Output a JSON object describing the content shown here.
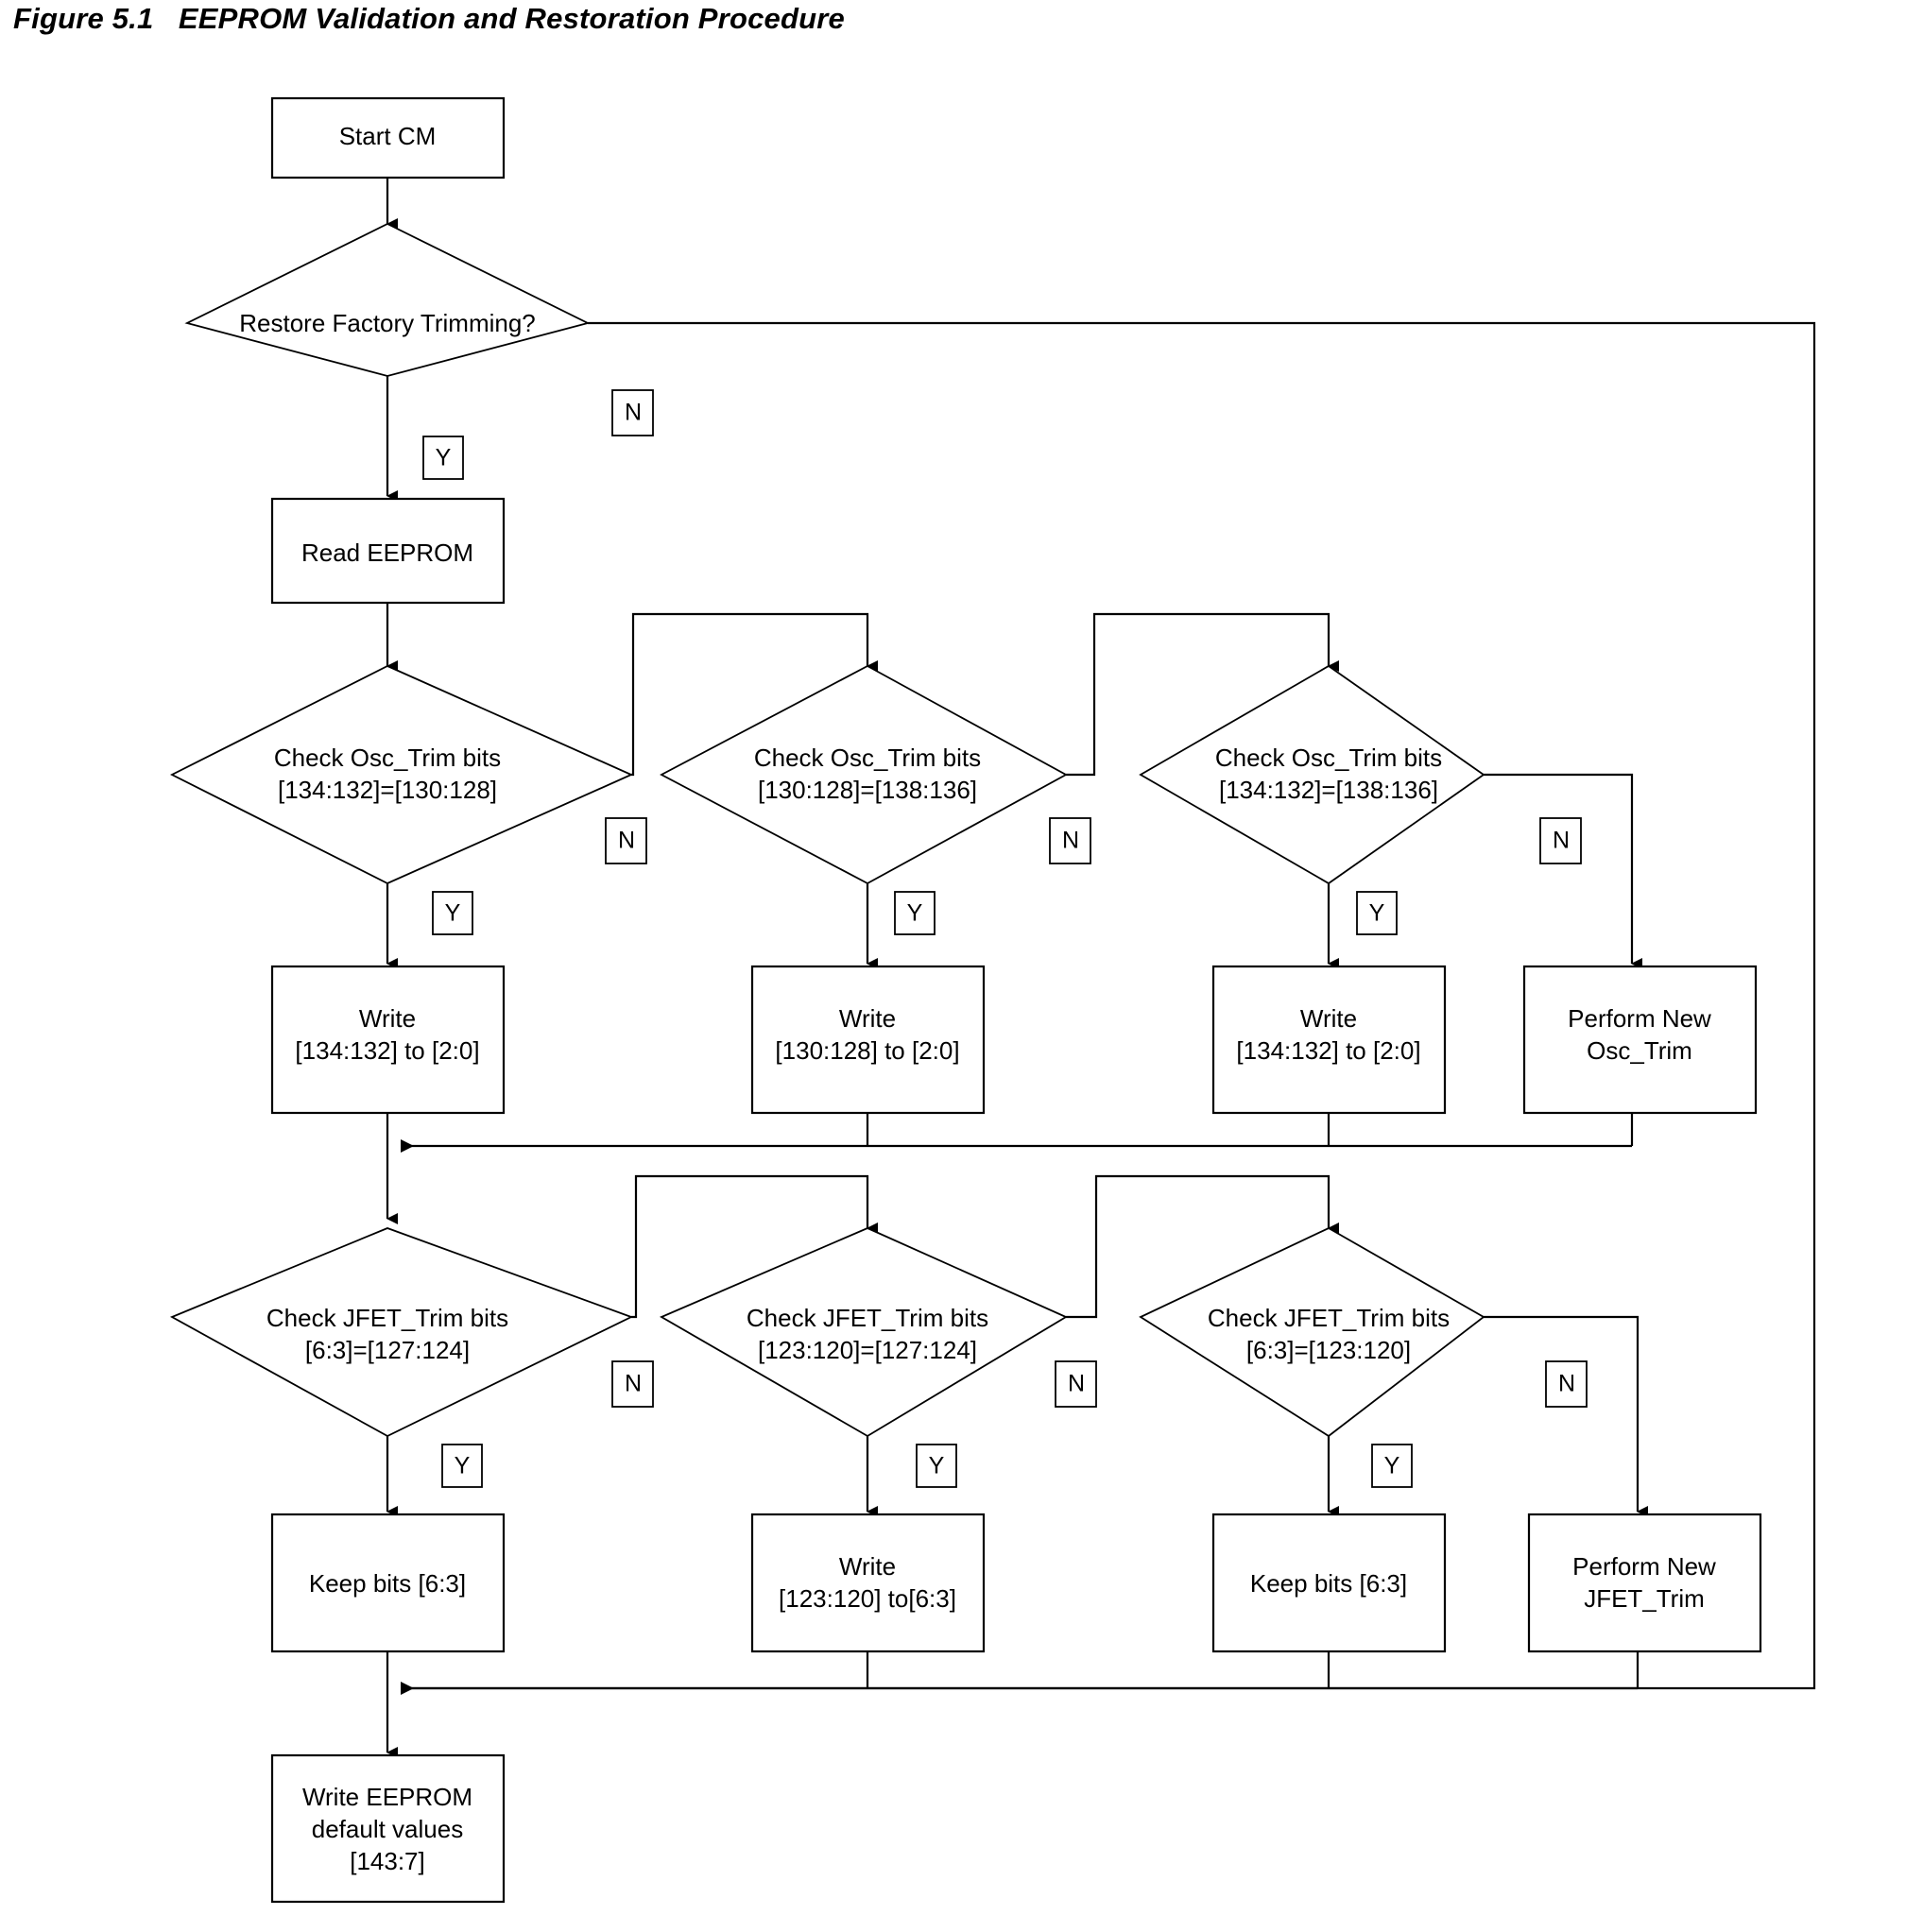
{
  "figure": {
    "label": "Figure 5.1",
    "title": "EEPROM Validation and Restoration Procedure",
    "full_title": "Figure 5.1   EEPROM Validation and Restoration Procedure"
  },
  "diagram": {
    "type": "flowchart",
    "orientation": "top-to-bottom",
    "stroke_color": "#000000",
    "fill_color": "#ffffff",
    "nodes": [
      {
        "id": "start",
        "shape": "process",
        "lines": [
          "Start CM"
        ]
      },
      {
        "id": "restore_q",
        "shape": "decision",
        "lines": [
          "Restore Factory Trimming?"
        ]
      },
      {
        "id": "read_eeprom",
        "shape": "process",
        "lines": [
          "Read EEPROM"
        ]
      },
      {
        "id": "osc_check_1",
        "shape": "decision",
        "lines": [
          "Check Osc_Trim bits",
          "[134:132]=[130:128]"
        ]
      },
      {
        "id": "osc_check_2",
        "shape": "decision",
        "lines": [
          "Check Osc_Trim bits",
          "[130:128]=[138:136]"
        ]
      },
      {
        "id": "osc_check_3",
        "shape": "decision",
        "lines": [
          "Check Osc_Trim bits",
          "[134:132]=[138:136]"
        ]
      },
      {
        "id": "osc_write_1",
        "shape": "process",
        "lines": [
          "Write",
          "[134:132] to [2:0]"
        ]
      },
      {
        "id": "osc_write_2",
        "shape": "process",
        "lines": [
          "Write",
          "[130:128] to [2:0]"
        ]
      },
      {
        "id": "osc_write_3",
        "shape": "process",
        "lines": [
          "Write",
          "[134:132] to [2:0]"
        ]
      },
      {
        "id": "osc_new",
        "shape": "process",
        "lines": [
          "Perform New",
          "Osc_Trim"
        ]
      },
      {
        "id": "jfet_check_1",
        "shape": "decision",
        "lines": [
          "Check JFET_Trim bits",
          "[6:3]=[127:124]"
        ]
      },
      {
        "id": "jfet_check_2",
        "shape": "decision",
        "lines": [
          "Check JFET_Trim bits",
          "[123:120]=[127:124]"
        ]
      },
      {
        "id": "jfet_check_3",
        "shape": "decision",
        "lines": [
          "Check JFET_Trim bits",
          "[6:3]=[123:120]"
        ]
      },
      {
        "id": "jfet_keep_1",
        "shape": "process",
        "lines": [
          "Keep bits [6:3]"
        ]
      },
      {
        "id": "jfet_write_2",
        "shape": "process",
        "lines": [
          "Write",
          "[123:120] to[6:3]"
        ]
      },
      {
        "id": "jfet_keep_3",
        "shape": "process",
        "lines": [
          "Keep bits [6:3]"
        ]
      },
      {
        "id": "jfet_new",
        "shape": "process",
        "lines": [
          "Perform New",
          "JFET_Trim"
        ]
      },
      {
        "id": "write_defaults",
        "shape": "process",
        "lines": [
          "Write EEPROM",
          "default values",
          "[143:7]"
        ]
      }
    ],
    "branch_labels": [
      {
        "id": "restore_yes",
        "text": "Y"
      },
      {
        "id": "restore_no",
        "text": "N"
      },
      {
        "id": "osc1_yes",
        "text": "Y"
      },
      {
        "id": "osc1_no",
        "text": "N"
      },
      {
        "id": "osc2_yes",
        "text": "Y"
      },
      {
        "id": "osc2_no",
        "text": "N"
      },
      {
        "id": "osc3_yes",
        "text": "Y"
      },
      {
        "id": "osc3_no",
        "text": "N"
      },
      {
        "id": "jfet1_yes",
        "text": "Y"
      },
      {
        "id": "jfet1_no",
        "text": "N"
      },
      {
        "id": "jfet2_yes",
        "text": "Y"
      },
      {
        "id": "jfet2_no",
        "text": "N"
      },
      {
        "id": "jfet3_yes",
        "text": "Y"
      },
      {
        "id": "jfet3_no",
        "text": "N"
      }
    ]
  }
}
